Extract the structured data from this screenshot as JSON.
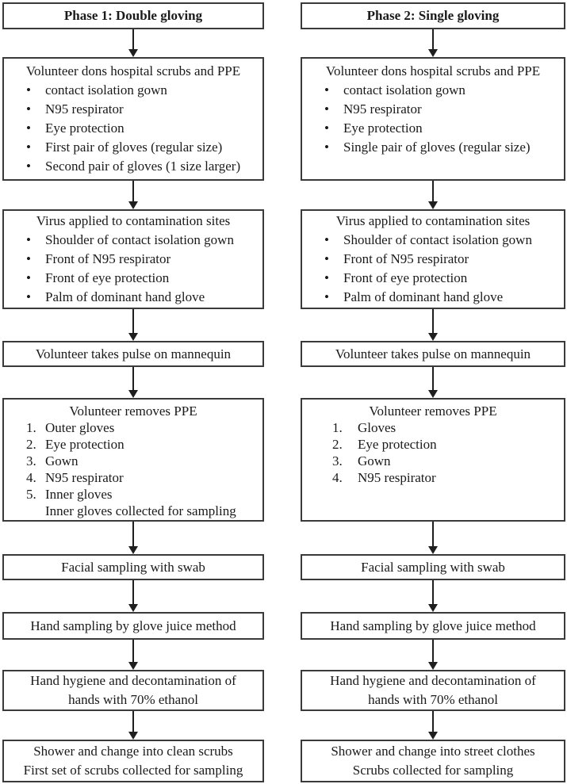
{
  "colors": {
    "background": "#ffffff",
    "text": "#1a1a1a",
    "box_border": "#3a3a3a",
    "arrow": "#1f1f1f"
  },
  "columns": [
    {
      "header": "Phase 1: Double gloving",
      "steps": [
        {
          "type": "bullets",
          "title": "Volunteer dons hospital scrubs and PPE",
          "items": [
            "contact isolation gown",
            "N95 respirator",
            "Eye protection",
            "First pair of gloves (regular size)",
            "Second pair of gloves (1 size larger)"
          ]
        },
        {
          "type": "bullets",
          "title": "Virus applied to contamination sites",
          "items": [
            "Shoulder of contact isolation gown",
            "Front of N95 respirator",
            "Front of eye protection",
            "Palm of dominant hand glove"
          ]
        },
        {
          "type": "line",
          "text": "Volunteer takes pulse on mannequin"
        },
        {
          "type": "numbers",
          "title": "Volunteer removes PPE",
          "items": [
            "Outer gloves",
            "Eye protection",
            "Gown",
            "N95 respirator",
            "Inner gloves"
          ],
          "note": "Inner gloves collected for sampling"
        },
        {
          "type": "line",
          "text": "Facial sampling with swab"
        },
        {
          "type": "line",
          "text": "Hand sampling by glove juice method"
        },
        {
          "type": "twoline",
          "line1": "Hand hygiene and decontamination of",
          "line2": "hands with 70% ethanol"
        },
        {
          "type": "twoline",
          "line1": "Shower and change into clean scrubs",
          "line2": "First set of scrubs collected for sampling"
        }
      ]
    },
    {
      "header": "Phase 2: Single gloving",
      "steps": [
        {
          "type": "bullets",
          "title": "Volunteer dons hospital scrubs and PPE",
          "items": [
            "contact isolation gown",
            "N95 respirator",
            "Eye protection",
            "Single pair of gloves (regular size)"
          ]
        },
        {
          "type": "bullets",
          "title": "Virus applied to contamination sites",
          "items": [
            "Shoulder of contact isolation gown",
            "Front of N95 respirator",
            "Front of eye protection",
            "Palm of dominant hand glove"
          ]
        },
        {
          "type": "line",
          "text": "Volunteer takes pulse on mannequin"
        },
        {
          "type": "numbers",
          "title": "Volunteer removes PPE",
          "items": [
            "Gloves",
            "Eye protection",
            "Gown",
            "N95 respirator"
          ]
        },
        {
          "type": "line",
          "text": "Facial sampling with swab"
        },
        {
          "type": "line",
          "text": "Hand sampling by glove juice method"
        },
        {
          "type": "twoline",
          "line1": "Hand hygiene and decontamination of",
          "line2": "hands with 70% ethanol"
        },
        {
          "type": "twoline",
          "line1": "Shower and change into street clothes",
          "line2": "Scrubs collected for sampling"
        }
      ]
    }
  ]
}
